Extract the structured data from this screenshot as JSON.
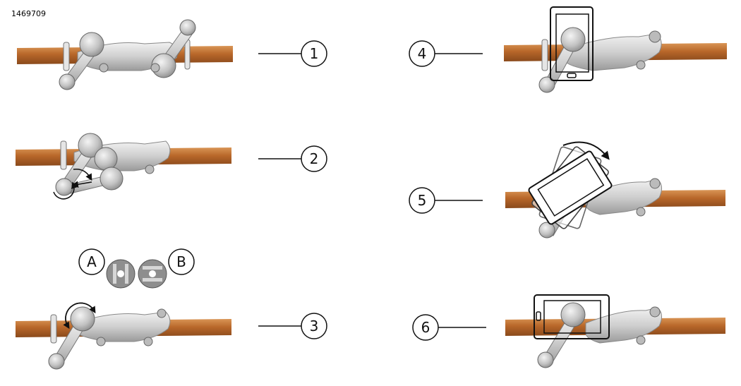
{
  "document_id": "1469709",
  "steps": [
    {
      "number": "1"
    },
    {
      "number": "2"
    },
    {
      "number": "3"
    },
    {
      "number": "4"
    },
    {
      "number": "5"
    },
    {
      "number": "6"
    }
  ],
  "variants": [
    {
      "label": "A"
    },
    {
      "label": "B"
    }
  ],
  "colors": {
    "bar": "#b8672a",
    "bar_light": "#d99555",
    "bar_dark": "#8a4a1c",
    "metal": "#c8c8c8",
    "metal_dark": "#8f8f8f",
    "outline": "#111111"
  }
}
